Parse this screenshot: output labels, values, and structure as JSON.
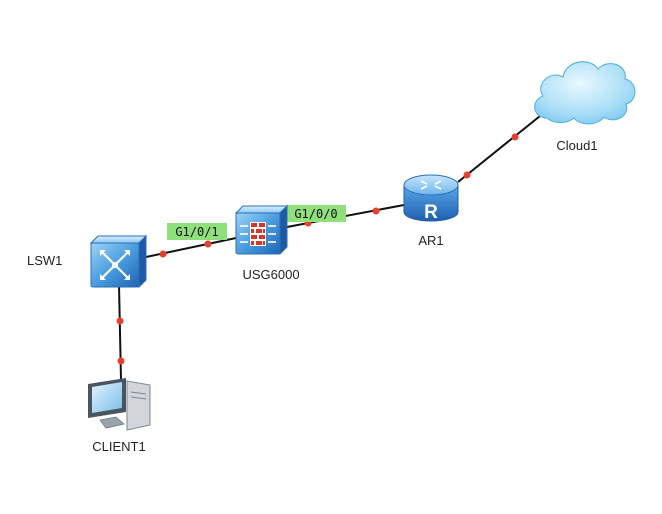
{
  "nodes": {
    "lsw1": {
      "label": "LSW1",
      "icon": "switch-icon"
    },
    "usg": {
      "label": "USG6000",
      "icon": "firewall-icon"
    },
    "ar1": {
      "label": "AR1",
      "icon": "router-icon"
    },
    "cloud": {
      "label": "Cloud1",
      "icon": "cloud-icon"
    },
    "client": {
      "label": "CLIENT1",
      "icon": "pc-icon"
    }
  },
  "ports": {
    "usg_g101": "G1/0/1",
    "usg_g100": "G1/0/0"
  },
  "colors": {
    "link": "#111111",
    "port_dot": "#e8402f",
    "port_label_bg": "#8fe07a",
    "device_blue": "#3f8fd6",
    "cloud_blue": "#8fd3f5"
  }
}
